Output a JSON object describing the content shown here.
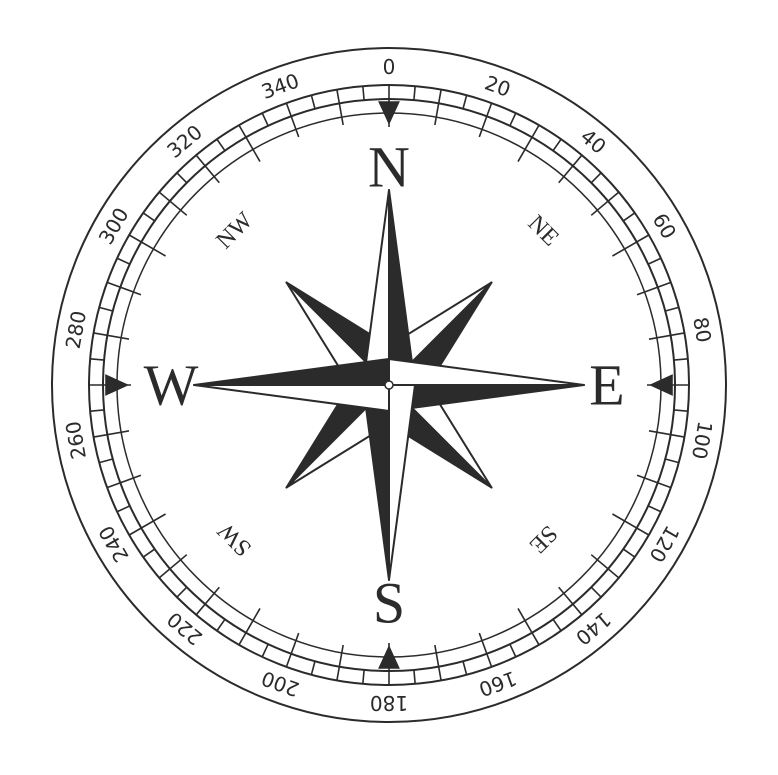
{
  "compass": {
    "cardinals": [
      {
        "key": "n",
        "label": "N",
        "angle": 0
      },
      {
        "key": "e",
        "label": "E",
        "angle": 90
      },
      {
        "key": "s",
        "label": "S",
        "angle": 180
      },
      {
        "key": "w",
        "label": "W",
        "angle": 270
      }
    ],
    "intercardinals": [
      {
        "key": "ne",
        "label": "NE",
        "angle": 45
      },
      {
        "key": "se",
        "label": "SE",
        "angle": 135
      },
      {
        "key": "sw",
        "label": "SW",
        "angle": 225
      },
      {
        "key": "nw",
        "label": "NW",
        "angle": 315
      }
    ],
    "degree_labels": [
      "0",
      "20",
      "40",
      "60",
      "80",
      "100",
      "120",
      "140",
      "160",
      "180",
      "200",
      "220",
      "240",
      "260",
      "280",
      "300",
      "320",
      "340"
    ],
    "degree_values": [
      0,
      20,
      40,
      60,
      80,
      100,
      120,
      140,
      160,
      180,
      200,
      220,
      240,
      260,
      280,
      300,
      320,
      340
    ],
    "colors": {
      "ink": "#2b2b2b",
      "fill_light": "#ffffff",
      "background": "#ffffff"
    }
  }
}
